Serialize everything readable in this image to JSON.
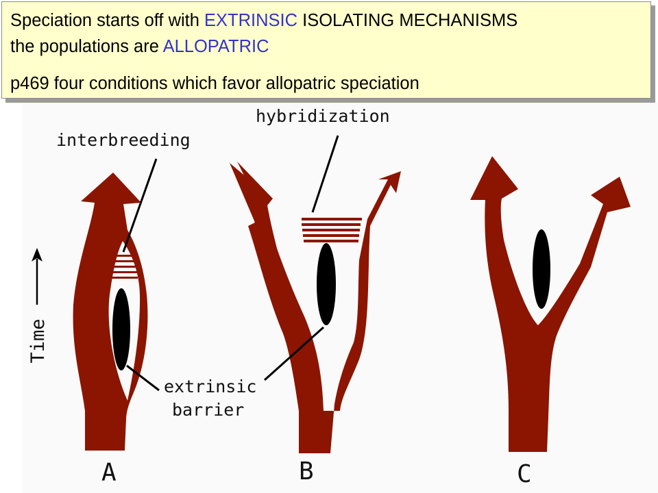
{
  "colors": {
    "highlight": "#3333cc",
    "branch": "#8b1500",
    "barrier": "#000000",
    "box_background": "#ffffcc"
  },
  "header": {
    "line1": {
      "t1": "Speciation starts off with ",
      "h1": "EXTRINSIC",
      "t2": " ISOLATING MECHANISMS"
    },
    "line2": {
      "t1": "the populations are ",
      "h1": "ALLOPATRIC"
    },
    "line3": "p469 four conditions which favor allopatric speciation"
  },
  "diagram": {
    "labels": {
      "interbreeding": "interbreeding",
      "hybridization": "hybridization",
      "extrinsic": "extrinsic",
      "barrier": "barrier",
      "time": "Time"
    },
    "panels": {
      "a": "A",
      "b": "B",
      "c": "C"
    },
    "icons": {
      "time_arrow": "up-arrow-icon"
    }
  }
}
